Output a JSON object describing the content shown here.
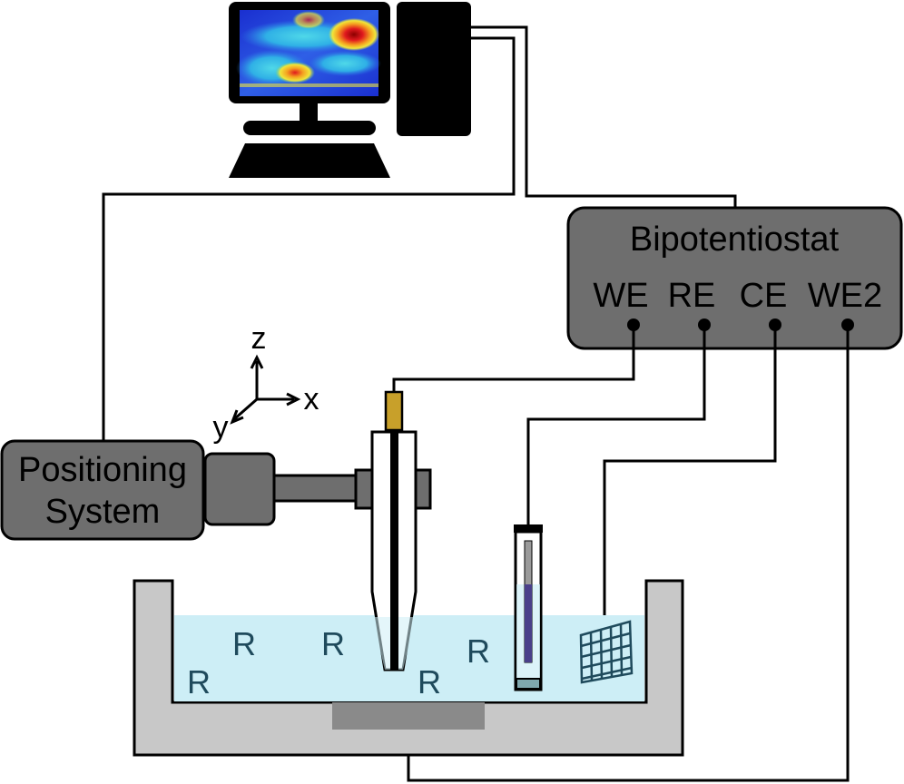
{
  "bipotentiostat": {
    "title": "Bipotentiostat",
    "terminals": [
      "WE",
      "RE",
      "CE",
      "WE2"
    ]
  },
  "positioning_system": {
    "line1": "Positioning",
    "line2": "System"
  },
  "axes": {
    "z": "z",
    "x": "x",
    "y": "y"
  },
  "solution": {
    "species_labels": [
      "R",
      "R",
      "R",
      "R",
      "R"
    ]
  },
  "colors": {
    "solution": "#cdeef6",
    "cell_wall": "#c8c8c8",
    "device_gray": "#6e6e6e",
    "substrate": "#8a8a8a",
    "tip_gold": "#c8a02a",
    "heatmap_hot": "#e0191e",
    "heatmap_cold": "#1a2fd0"
  },
  "icons": [
    "computer-monitor-icon",
    "computer-tower-icon",
    "keyboard-icon"
  ]
}
